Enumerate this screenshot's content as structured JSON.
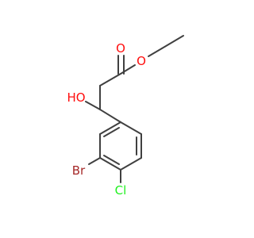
{
  "molecule": {
    "atoms": [
      {
        "id": "carbonyl-oxygen",
        "label": "O",
        "color": "#ff0d0d"
      },
      {
        "id": "ester-oxygen",
        "label": "O",
        "color": "#ff0d0d"
      },
      {
        "id": "hydroxyl",
        "label": "HO",
        "color": "#ff0d0d"
      },
      {
        "id": "bromine",
        "label": "Br",
        "color": "#a62929"
      },
      {
        "id": "chlorine",
        "label": "Cl",
        "color": "#1ff01f"
      }
    ],
    "bond_color": "#404040"
  }
}
